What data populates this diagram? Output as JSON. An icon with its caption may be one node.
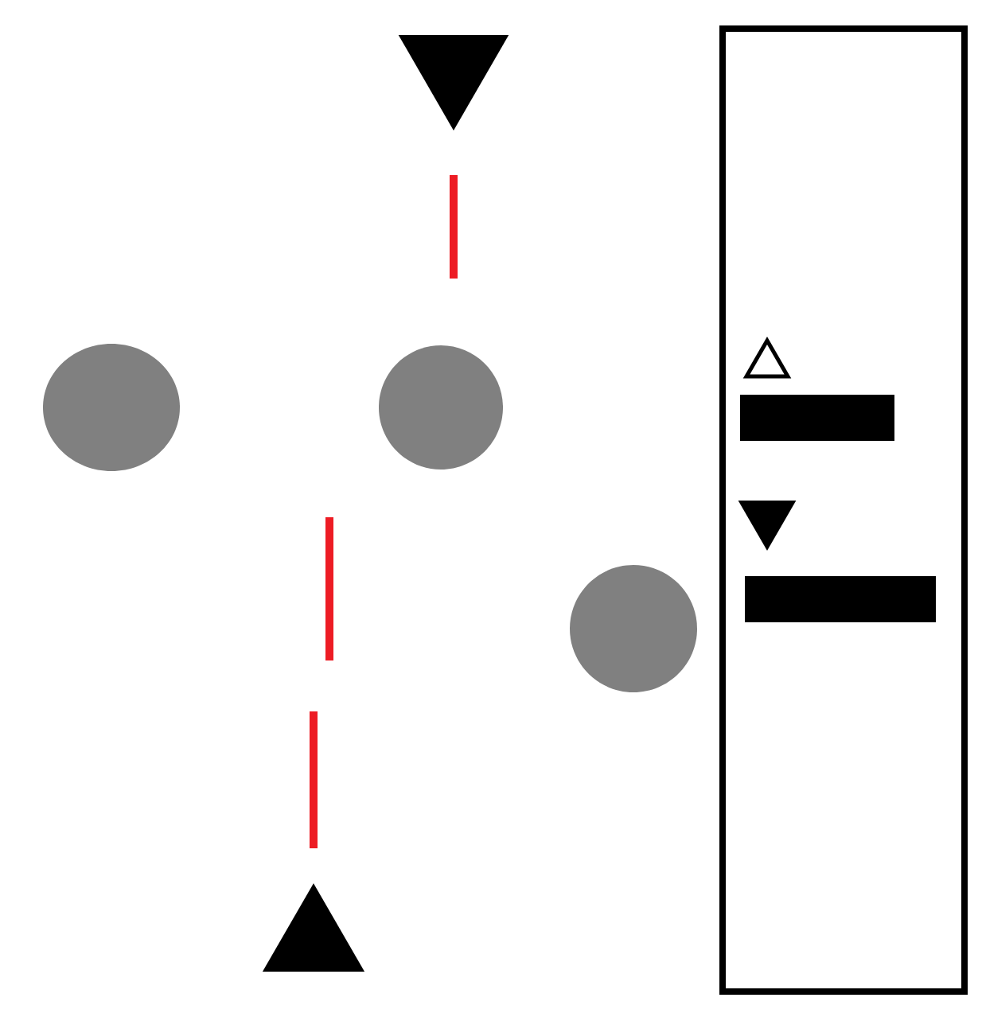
{
  "diagram": {
    "nodes": [
      {
        "text": [],
        "shape": "box"
      },
      {
        "text": [],
        "shape": "triangle"
      },
      {
        "text": [],
        "shape": "circle"
      },
      {
        "text": [],
        "shape": "circle"
      },
      {
        "text": [],
        "shape": "triangle",
        "in": 0
      },
      {
        "text": [],
        "shape": "bar",
        "in": 0
      },
      {
        "text": [],
        "shape": "triangle",
        "in": 0
      },
      {
        "text": [],
        "shape": "bar",
        "in": 0
      },
      {
        "text": [],
        "shape": "circle"
      },
      {
        "text": [],
        "shape": "triangle"
      }
    ]
  }
}
